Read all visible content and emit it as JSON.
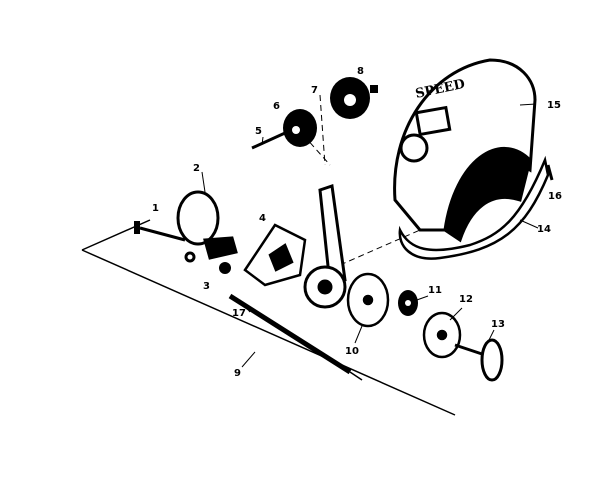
{
  "diagram": {
    "type": "exploded parts diagram",
    "logo_text": "SPEED",
    "part_labels": [
      "1",
      "2",
      "3",
      "4",
      "5",
      "6",
      "7",
      "8",
      "9",
      "10",
      "11",
      "12",
      "13",
      "14",
      "15",
      "16",
      "17"
    ]
  }
}
